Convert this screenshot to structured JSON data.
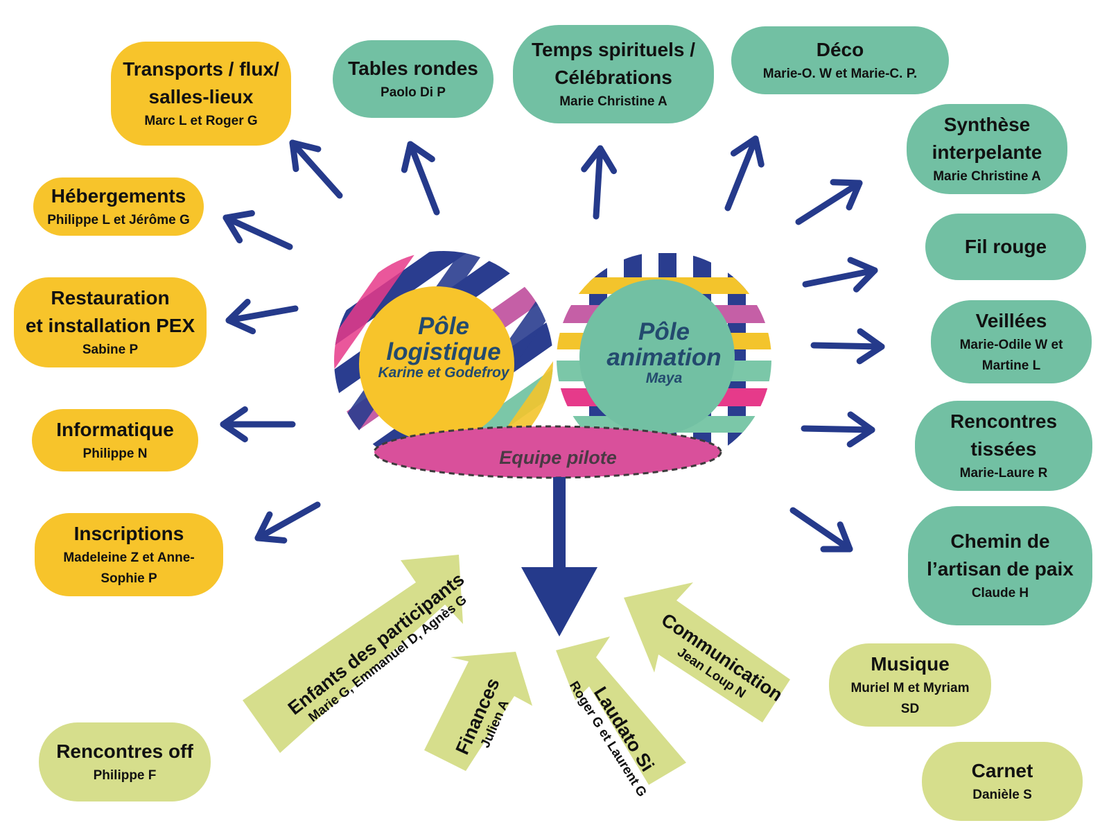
{
  "colors": {
    "logistique": "#f7c42b",
    "animation": "#72c0a3",
    "transverse": "#d6de8c",
    "arrow": "#253a8b",
    "pilot": "#d9509b",
    "pole_text": "#234a6e"
  },
  "poles": {
    "logistique": {
      "title": "Pôle\nlogistique",
      "subtitle": "Karine et Godefroy"
    },
    "animation": {
      "title": "Pôle\nanimation",
      "subtitle": "Maya"
    },
    "pilot": {
      "title": "Equipe pilote"
    }
  },
  "logistique_nodes": [
    {
      "title": "Transports / flux/\nsalles-lieux",
      "subtitle": "Marc L et Roger G"
    },
    {
      "title": "Hébergements",
      "subtitle": "Philippe L et Jérôme G"
    },
    {
      "title": "Restauration\net installation PEX",
      "subtitle": "Sabine P"
    },
    {
      "title": "Informatique",
      "subtitle": "Philippe N"
    },
    {
      "title": "Inscriptions",
      "subtitle": "Madeleine Z et Anne-\nSophie P"
    }
  ],
  "animation_nodes": [
    {
      "title": "Tables rondes",
      "subtitle": "Paolo Di P"
    },
    {
      "title": "Temps spirituels /\nCélébrations",
      "subtitle": "Marie Christine A"
    },
    {
      "title": "Déco",
      "subtitle": "Marie-O. W et Marie-C. P."
    },
    {
      "title": "Synthèse\ninterpelante",
      "subtitle": "Marie Christine A"
    },
    {
      "title": "Fil rouge",
      "subtitle": ""
    },
    {
      "title": "Veillées",
      "subtitle": "Marie-Odile W et\nMartine L"
    },
    {
      "title": "Rencontres\ntissées",
      "subtitle": "Marie-Laure R"
    },
    {
      "title": "Chemin de\nl’artisan de paix",
      "subtitle": "Claude H"
    }
  ],
  "transverse_nodes": [
    {
      "title": "Musique",
      "subtitle": "Muriel M et Myriam\nSD"
    },
    {
      "title": "Carnet",
      "subtitle": "Danièle S"
    },
    {
      "title": "Rencontres off",
      "subtitle": "Philippe F"
    }
  ],
  "pilot_arrows": [
    {
      "title": "Enfants des participants",
      "subtitle": "Marie G, Emmanuel D, Agnès G"
    },
    {
      "title": "Finances",
      "subtitle": "Julien A"
    },
    {
      "title": "Laudato Si",
      "subtitle": "Roger G et Laurent G"
    },
    {
      "title": "Communication",
      "subtitle": "Jean Loup N"
    }
  ]
}
